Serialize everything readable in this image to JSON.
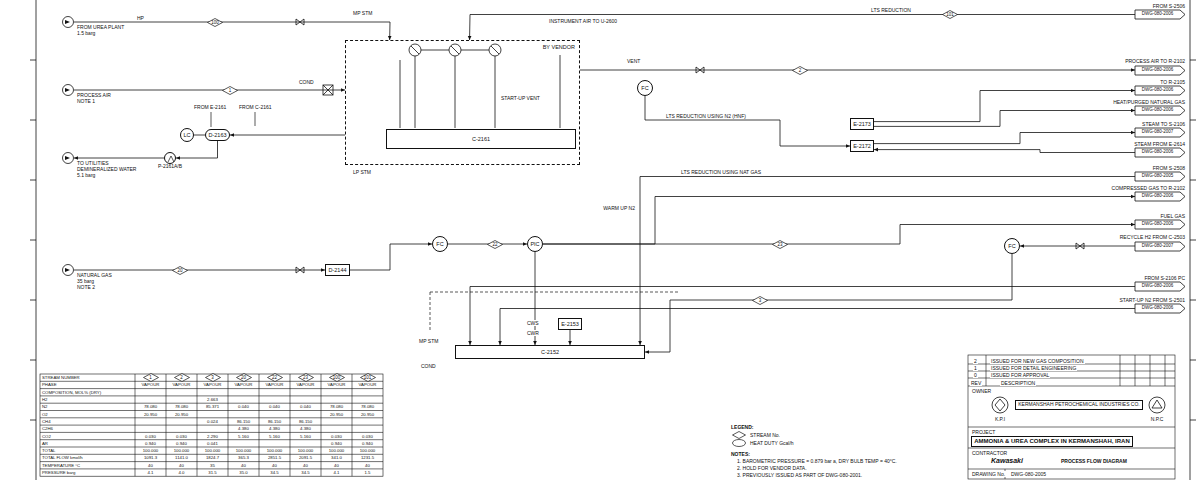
{
  "diagram": {
    "nodes": [
      {
        "text": [
          "FROM UREA PLANT",
          "1.5 barg"
        ]
      },
      {
        "text": [
          "PROCESS AIR",
          "NOTE 1"
        ]
      },
      {
        "text": [
          "TO UTILITIES",
          "DEMINERALIZED WATER",
          "5.1 barg"
        ]
      },
      {
        "text": [
          "NATURAL GAS",
          "35 barg",
          "NOTE 2"
        ]
      },
      {
        "text": [
          "BY VENDOR"
        ]
      },
      {
        "text": [
          "C-2161"
        ],
        "in": 4
      },
      {
        "text": [
          "D-2163"
        ]
      },
      {
        "text": [
          "LC"
        ]
      },
      {
        "text": [
          "P-2161A/B"
        ]
      },
      {
        "text": [
          "FC"
        ]
      },
      {
        "text": [
          "E-2173"
        ]
      },
      {
        "text": [
          "E-2172"
        ]
      },
      {
        "text": [
          "D-2144"
        ]
      },
      {
        "text": [
          "FC"
        ]
      },
      {
        "text": [
          "PIC"
        ]
      },
      {
        "text": [
          "FC"
        ]
      },
      {
        "text": [
          "E-2153"
        ]
      },
      {
        "text": [
          "C-2152"
        ]
      },
      {
        "text": [
          "FROM S-2506",
          "DWG-080-2006"
        ]
      },
      {
        "text": [
          "PROCESS AIR TO R-2102",
          "DWG-080-2006"
        ]
      },
      {
        "text": [
          "TO R-2105",
          "DWG-080-2006"
        ]
      },
      {
        "text": [
          "HEAT/PURGED NATURAL GAS",
          "DWG-080-2006"
        ]
      },
      {
        "text": [
          "STEAM TO S-2106",
          "DWG-080-2007"
        ]
      },
      {
        "text": [
          "STEAM FROM E-2614",
          "DWG-080-2006"
        ]
      },
      {
        "text": [
          "FROM S-2508",
          "DWG-080-2005"
        ]
      },
      {
        "text": [
          "COMPRESSED GAS TO R-2102",
          "DWG-080-2006"
        ]
      },
      {
        "text": [
          "FUEL GAS",
          "DWG-080-2006"
        ]
      },
      {
        "text": [
          "RECYCLE H2 FROM C-2503",
          "DWG-080-2007"
        ]
      },
      {
        "text": [
          "FROM S-2106 PC",
          "DWG-080-2006"
        ]
      },
      {
        "text": [
          "START-UP N2 FROM S-2501",
          "DWG-080-2006"
        ]
      },
      {
        "text": [
          "KERMANSHAH PETROCHEMICAL INDUSTRIES CO."
        ]
      },
      {
        "text": [
          "AMMONIA & UREA COMPLEX IN KERMANSHAH, IRAN"
        ]
      }
    ],
    "edges": [
      {
        "from": 0,
        "to": 4,
        "arrow": "to",
        "label": "HP"
      },
      {
        "from": 1,
        "to": 4,
        "arrow": "to"
      },
      {
        "from": 18,
        "to": 4,
        "arrow": "to",
        "label": "LTS REDUCTION"
      },
      {
        "from": 4,
        "to": 6,
        "arrow": "to"
      },
      {
        "from": 6,
        "to": 7,
        "arrow": "none"
      },
      {
        "from": 6,
        "to": 8,
        "arrow": "to"
      },
      {
        "from": 8,
        "to": 2,
        "arrow": "to"
      },
      {
        "from": 4,
        "to": 19,
        "arrow": "to"
      },
      {
        "from": 9,
        "to": 11,
        "arrow": "to",
        "label": "LTS REDUCTION USING N2 (HNF)"
      },
      {
        "from": 10,
        "to": 20,
        "arrow": "to"
      },
      {
        "from": 10,
        "to": 21,
        "arrow": "to"
      },
      {
        "from": 11,
        "to": 22,
        "arrow": "to"
      },
      {
        "from": 23,
        "to": 11,
        "arrow": "to"
      },
      {
        "from": 24,
        "to": 17,
        "arrow": "to",
        "label": "LTS REDUCTION USING NAT GAS"
      },
      {
        "from": 3,
        "to": 12,
        "arrow": "to"
      },
      {
        "from": 12,
        "to": 13,
        "arrow": "to"
      },
      {
        "from": 13,
        "to": 14,
        "arrow": "to"
      },
      {
        "from": 14,
        "to": 25,
        "arrow": "to"
      },
      {
        "from": 14,
        "to": 26,
        "arrow": "to"
      },
      {
        "from": 14,
        "to": 17,
        "arrow": "to"
      },
      {
        "from": 27,
        "to": 15,
        "arrow": "to"
      },
      {
        "from": 15,
        "to": 17,
        "arrow": "to"
      },
      {
        "from": 28,
        "to": 17,
        "arrow": "to"
      },
      {
        "from": 29,
        "to": 17,
        "arrow": "to"
      },
      {
        "from": 16,
        "to": 17,
        "arrow": "to"
      }
    ],
    "labels": [
      "STREAM NUMBER",
      "1",
      "2",
      "3",
      "20",
      "22",
      "23",
      "100",
      "101",
      "PHASE",
      "VAPOUR",
      "VAPOUR",
      "VAPOUR",
      "VAPOUR",
      "VAPOUR",
      "VAPOUR",
      "VAPOUR",
      "VAPOUR",
      "COMPOSITION, MOL% (DRY)",
      "H2",
      "2.663",
      "N2",
      "78.080",
      "78.080",
      "85.371",
      "0.040",
      "0.040",
      "0.040",
      "78.080",
      "78.080",
      "O2",
      "20.950",
      "20.950",
      "20.950",
      "20.950",
      "CH4",
      "0.024",
      "86.150",
      "86.150",
      "86.150",
      "C2H6",
      "4.380",
      "4.380",
      "4.380",
      "CO2",
      "0.030",
      "0.030",
      "2.290",
      "5.160",
      "5.160",
      "5.160",
      "0.030",
      "0.030",
      "AR",
      "0.940",
      "0.940",
      "0.041",
      "0.940",
      "0.940",
      "TOTAL",
      "100.000",
      "100.000",
      "100.000",
      "100.000",
      "100.000",
      "100.000",
      "100.000",
      "100.000",
      "TOTAL FLOW kmol/h",
      "1091.3",
      "1141.0",
      "1824.7",
      "365.3",
      "2851.5",
      "2091.5",
      "341.0",
      "1231.5",
      "TEMPERATURE °C",
      "40",
      "40",
      "35",
      "40",
      "40",
      "40",
      "40",
      "40",
      "PRESSURE barg",
      "4.1",
      "4.0",
      "31.5",
      "35.0",
      "34.5",
      "34.5",
      "4.1",
      "1.5",
      "LEGEND:",
      "NOTES:",
      "1. BAROMETRIC PRESSURE = 0.879 bar a, DRY BULB TEMP = 40°C.",
      "2. HOLD FOR VENDOR DATA.",
      "3. PREVIOUSLY ISSUED AS PART OF DWG-080-2001.",
      "MP STM",
      "INSTRUMENT AIR TO U-2600",
      "VENT",
      "START-UP VENT",
      "LP STM",
      "COND",
      "CWS",
      "CWR",
      "MP STM",
      "COND",
      "FROM E-2161",
      "FROM C-2161",
      "WARM UP N2",
      "100",
      "1",
      "101",
      "2",
      "20",
      "22",
      "23",
      "3",
      "REV",
      "DESCRIPTION",
      "2",
      "ISSUED FOR NEW GAS COMPOSITION",
      "1",
      "ISSUED FOR DETAIL ENGINEERING",
      "0",
      "ISSUED FOR APPROVAL",
      "OWNER",
      "K.P.I",
      "N.P.C",
      "PROJECT",
      "CONTRACTOR",
      "Kawasaki",
      "DRAWING No.",
      "DWG-080-2005",
      "PROCESS FLOW DIAGRAM"
    ],
    "legend": [
      {
        "text": "STREAM No."
      },
      {
        "text": "HEAT DUTY Gcal/h"
      }
    ]
  }
}
